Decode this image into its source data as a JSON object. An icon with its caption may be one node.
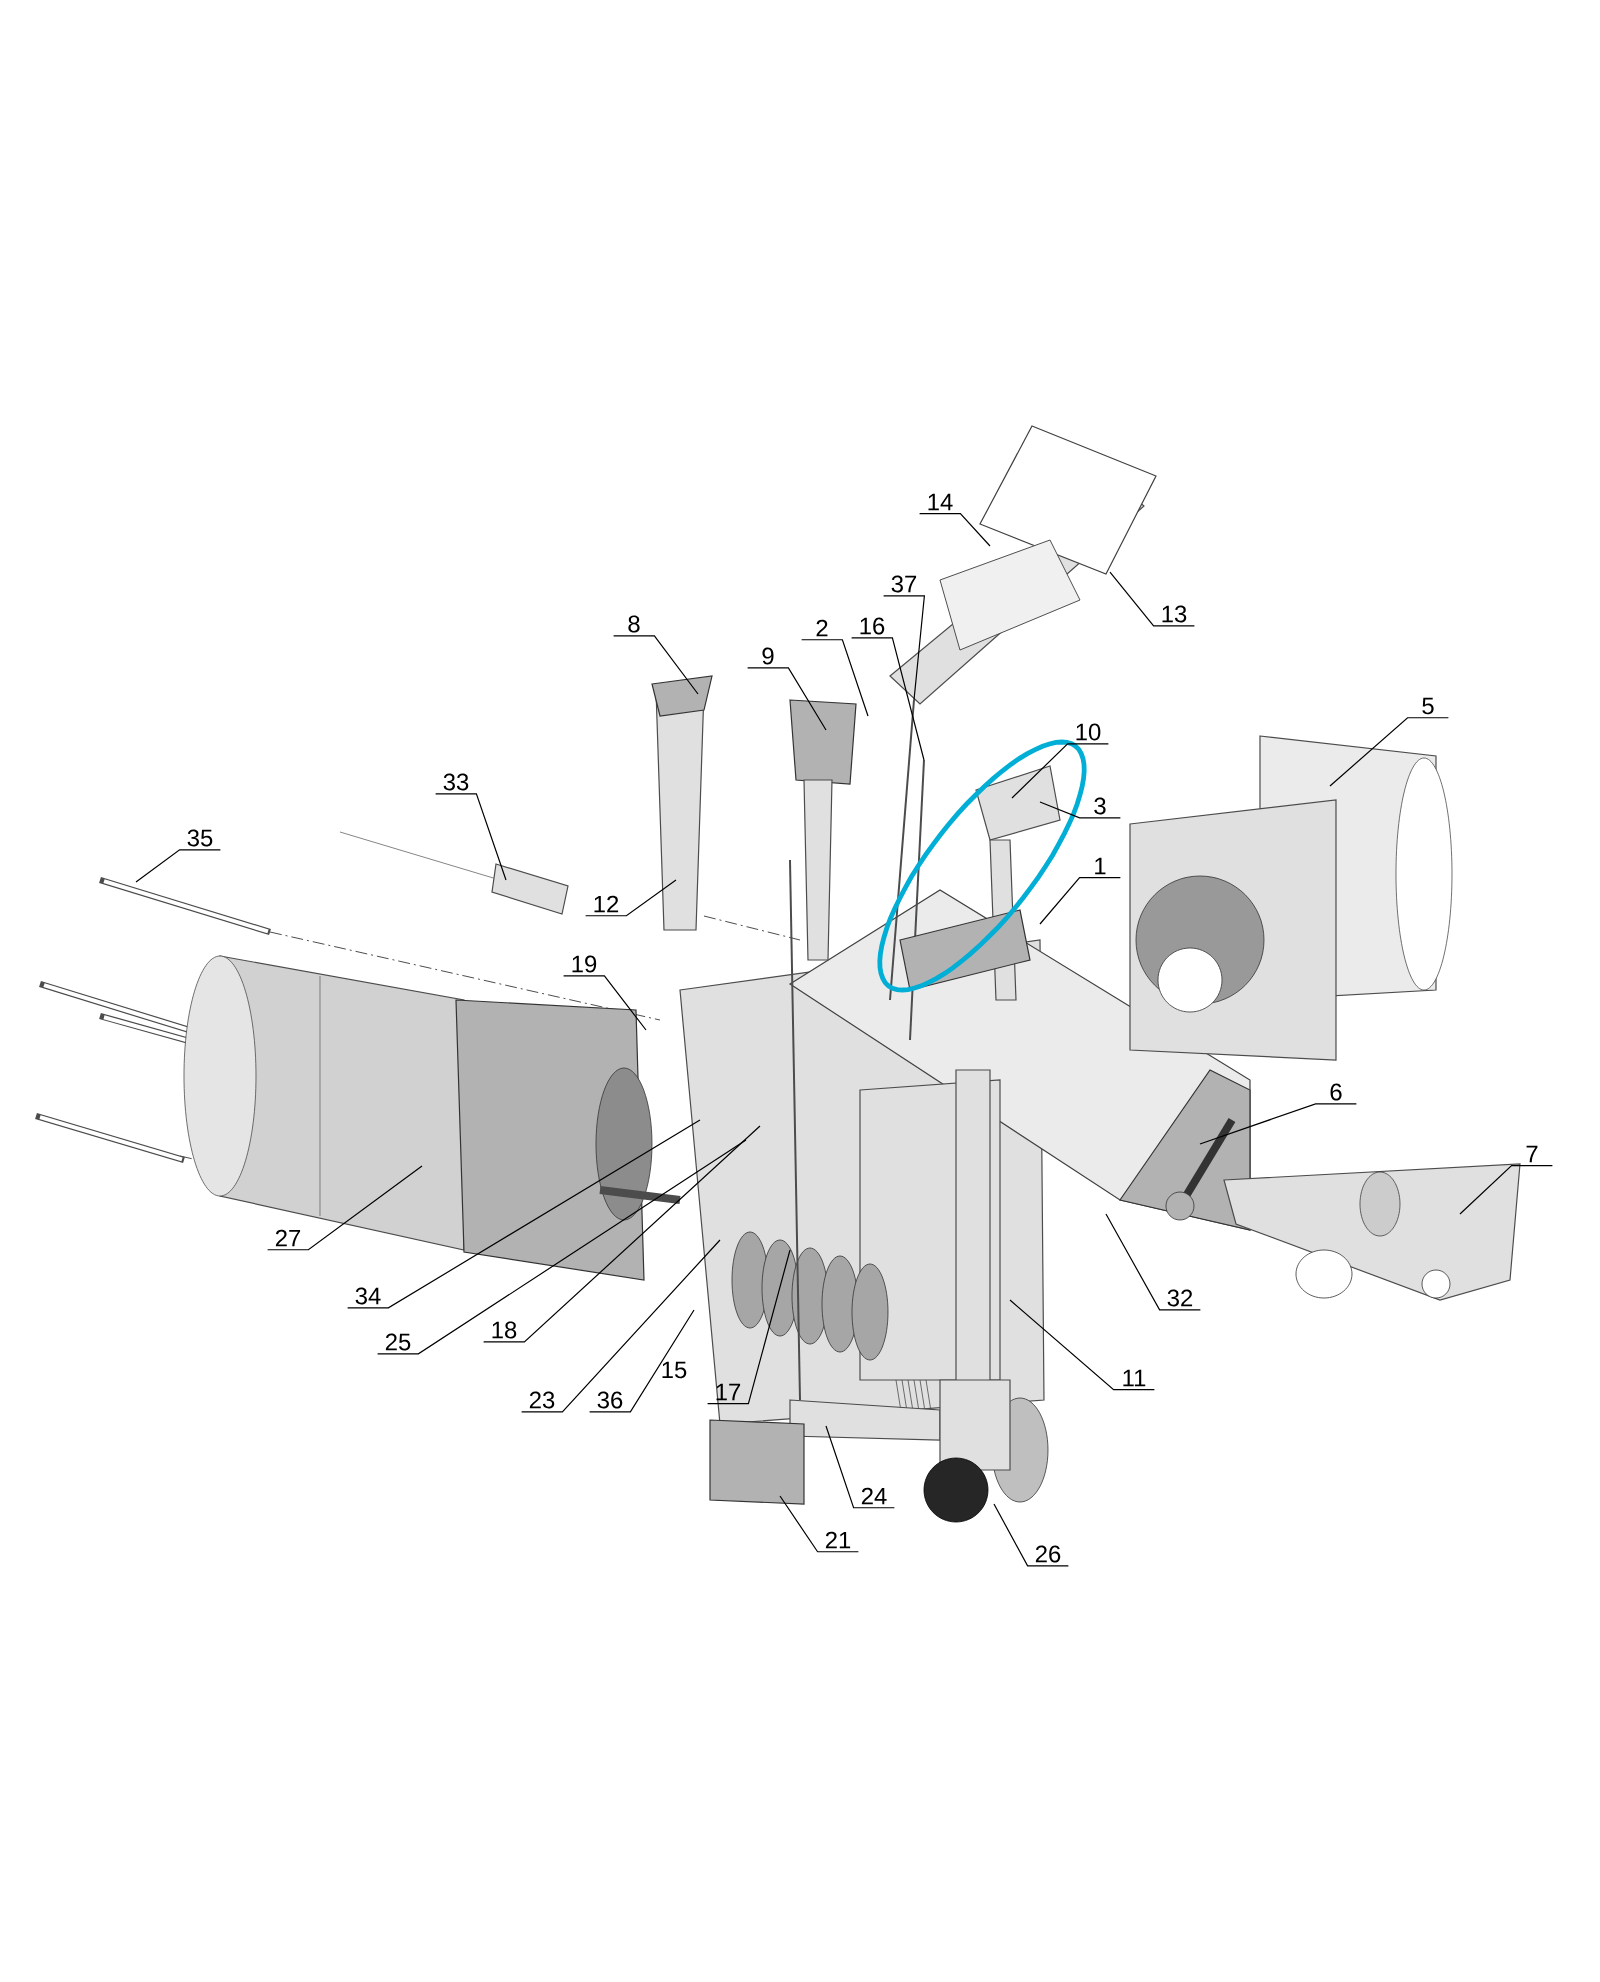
{
  "diagram": {
    "nodes": [
      {
        "text": [
          "14"
        ]
      },
      {
        "text": [
          "37"
        ]
      },
      {
        "text": [
          "13"
        ]
      },
      {
        "text": [
          "8"
        ]
      },
      {
        "text": [
          "2"
        ]
      },
      {
        "text": [
          "16"
        ]
      },
      {
        "text": [
          "9"
        ]
      },
      {
        "text": [
          "5"
        ]
      },
      {
        "text": [
          "10"
        ]
      },
      {
        "text": [
          "33"
        ]
      },
      {
        "text": [
          "3"
        ]
      },
      {
        "text": [
          "35"
        ]
      },
      {
        "text": [
          "1"
        ]
      },
      {
        "text": [
          "12"
        ]
      },
      {
        "text": [
          "19"
        ]
      },
      {
        "text": [
          "6"
        ]
      },
      {
        "text": [
          "7"
        ]
      },
      {
        "text": [
          "27"
        ]
      },
      {
        "text": [
          "34"
        ]
      },
      {
        "text": [
          "32"
        ]
      },
      {
        "text": [
          "18"
        ]
      },
      {
        "text": [
          "25"
        ]
      },
      {
        "text": [
          "11"
        ]
      },
      {
        "text": [
          "17"
        ]
      },
      {
        "text": [
          "23"
        ]
      },
      {
        "text": [
          "36"
        ]
      },
      {
        "text": [
          "24"
        ]
      },
      {
        "text": [
          "21"
        ]
      },
      {
        "text": [
          "26"
        ]
      }
    ],
    "edges": [
      {
        "from": 0,
        "to": null,
        "arrow": "none"
      },
      {
        "from": 1,
        "to": null,
        "arrow": "none"
      },
      {
        "from": 2,
        "to": null,
        "arrow": "none"
      },
      {
        "from": 3,
        "to": null,
        "arrow": "none"
      },
      {
        "from": 4,
        "to": null,
        "arrow": "none"
      },
      {
        "from": 5,
        "to": null,
        "arrow": "none"
      },
      {
        "from": 6,
        "to": null,
        "arrow": "none"
      },
      {
        "from": 7,
        "to": null,
        "arrow": "none"
      },
      {
        "from": 8,
        "to": null,
        "arrow": "none"
      },
      {
        "from": 9,
        "to": null,
        "arrow": "none"
      },
      {
        "from": 10,
        "to": null,
        "arrow": "none"
      },
      {
        "from": 11,
        "to": null,
        "arrow": "none"
      },
      {
        "from": 12,
        "to": null,
        "arrow": "none"
      },
      {
        "from": 13,
        "to": null,
        "arrow": "none"
      },
      {
        "from": 14,
        "to": null,
        "arrow": "none"
      },
      {
        "from": 15,
        "to": null,
        "arrow": "none"
      },
      {
        "from": 16,
        "to": null,
        "arrow": "none"
      },
      {
        "from": 17,
        "to": null,
        "arrow": "none"
      },
      {
        "from": 18,
        "to": null,
        "arrow": "none"
      },
      {
        "from": 19,
        "to": null,
        "arrow": "none"
      },
      {
        "from": 20,
        "to": null,
        "arrow": "none"
      },
      {
        "from": 21,
        "to": null,
        "arrow": "none"
      },
      {
        "from": 22,
        "to": null,
        "arrow": "none"
      },
      {
        "from": 23,
        "to": null,
        "arrow": "none"
      },
      {
        "from": 24,
        "to": null,
        "arrow": "none"
      },
      {
        "from": 25,
        "to": null,
        "arrow": "none"
      },
      {
        "from": 26,
        "to": null,
        "arrow": "none"
      },
      {
        "from": 27,
        "to": null,
        "arrow": "none"
      },
      {
        "from": 28,
        "to": null,
        "arrow": "none"
      }
    ],
    "labels": [
      "15"
    ]
  }
}
